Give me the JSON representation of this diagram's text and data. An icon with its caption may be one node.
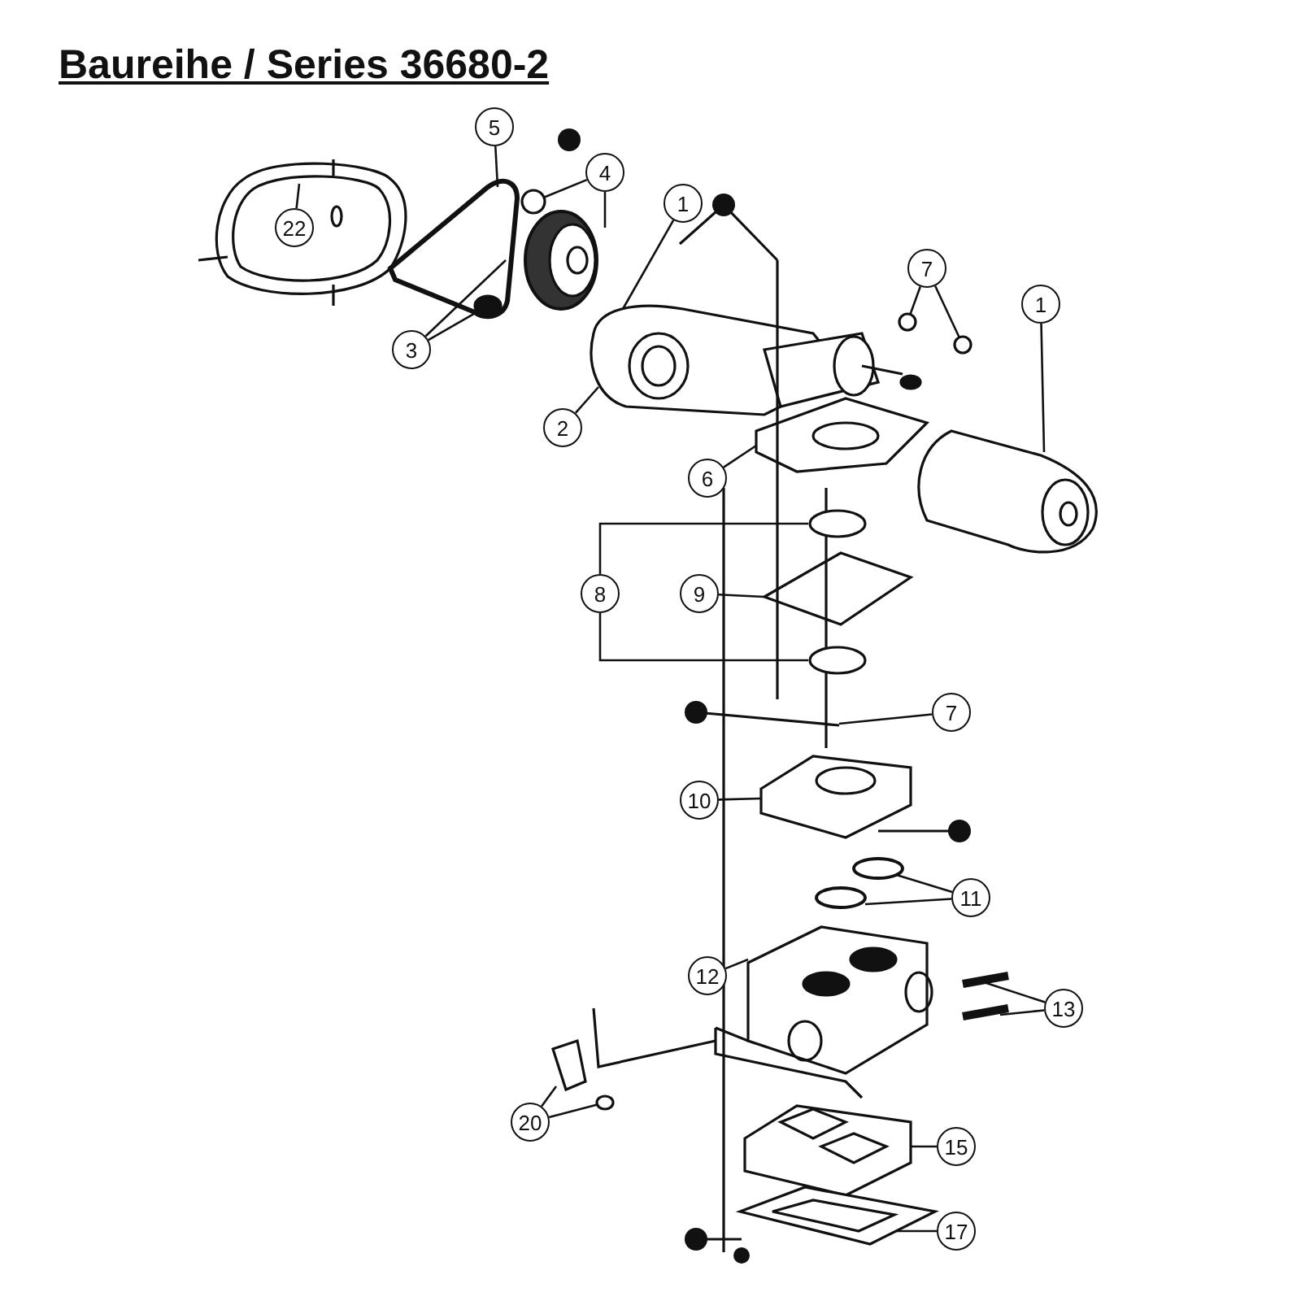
{
  "diagram": {
    "title": "Baureihe / Series 36680-2",
    "nodes": [
      {
        "text": [
          "5"
        ]
      },
      {
        "text": [
          "4"
        ]
      },
      {
        "text": [
          "1"
        ]
      },
      {
        "text": [
          "7"
        ]
      },
      {
        "text": [
          "1"
        ]
      },
      {
        "text": [
          "22"
        ]
      },
      {
        "text": [
          "3"
        ]
      },
      {
        "text": [
          "2"
        ]
      },
      {
        "text": [
          "6"
        ]
      },
      {
        "text": [
          "8"
        ]
      },
      {
        "text": [
          "9"
        ]
      },
      {
        "text": [
          "7"
        ]
      },
      {
        "text": [
          "10"
        ]
      },
      {
        "text": [
          "11"
        ]
      },
      {
        "text": [
          "12"
        ]
      },
      {
        "text": [
          "13"
        ]
      },
      {
        "text": [
          "20"
        ]
      },
      {
        "text": [
          "15"
        ]
      },
      {
        "text": [
          "17"
        ]
      },
      {
        "text": [],
        "shape": "circle"
      },
      {
        "text": [],
        "shape": "circle"
      },
      {
        "text": [],
        "shape": "circle"
      },
      {
        "text": [],
        "shape": "circle"
      },
      {
        "text": [],
        "shape": "circle"
      }
    ],
    "edges": [
      {
        "from": 0,
        "to": null,
        "arrow": "none"
      },
      {
        "from": 1,
        "to": 20,
        "arrow": "none"
      },
      {
        "from": 1,
        "to": null,
        "arrow": "none"
      },
      {
        "from": 2,
        "to": null,
        "arrow": "none"
      },
      {
        "from": 3,
        "to": 22,
        "arrow": "none"
      },
      {
        "from": 3,
        "to": 23,
        "arrow": "none"
      },
      {
        "from": 4,
        "to": null,
        "arrow": "none"
      },
      {
        "from": 5,
        "to": null,
        "arrow": "none"
      },
      {
        "from": 6,
        "to": null,
        "arrow": "none"
      },
      {
        "from": 6,
        "to": 19,
        "arrow": "none"
      },
      {
        "from": 7,
        "to": null,
        "arrow": "none"
      },
      {
        "from": 8,
        "to": null,
        "arrow": "none"
      },
      {
        "from": 9,
        "to": null,
        "arrow": "none"
      },
      {
        "from": 9,
        "to": null,
        "arrow": "none"
      },
      {
        "from": 10,
        "to": null,
        "arrow": "none"
      },
      {
        "from": 11,
        "to": null,
        "arrow": "none"
      },
      {
        "from": 12,
        "to": null,
        "arrow": "none"
      },
      {
        "from": 13,
        "to": null,
        "arrow": "none"
      },
      {
        "from": 13,
        "to": null,
        "arrow": "none"
      },
      {
        "from": 14,
        "to": null,
        "arrow": "none"
      },
      {
        "from": 15,
        "to": null,
        "arrow": "none"
      },
      {
        "from": 15,
        "to": null,
        "arrow": "none"
      },
      {
        "from": 16,
        "to": null,
        "arrow": "none"
      },
      {
        "from": 16,
        "to": 21,
        "arrow": "none"
      },
      {
        "from": 17,
        "to": null,
        "arrow": "none"
      },
      {
        "from": 18,
        "to": null,
        "arrow": "none"
      }
    ]
  }
}
